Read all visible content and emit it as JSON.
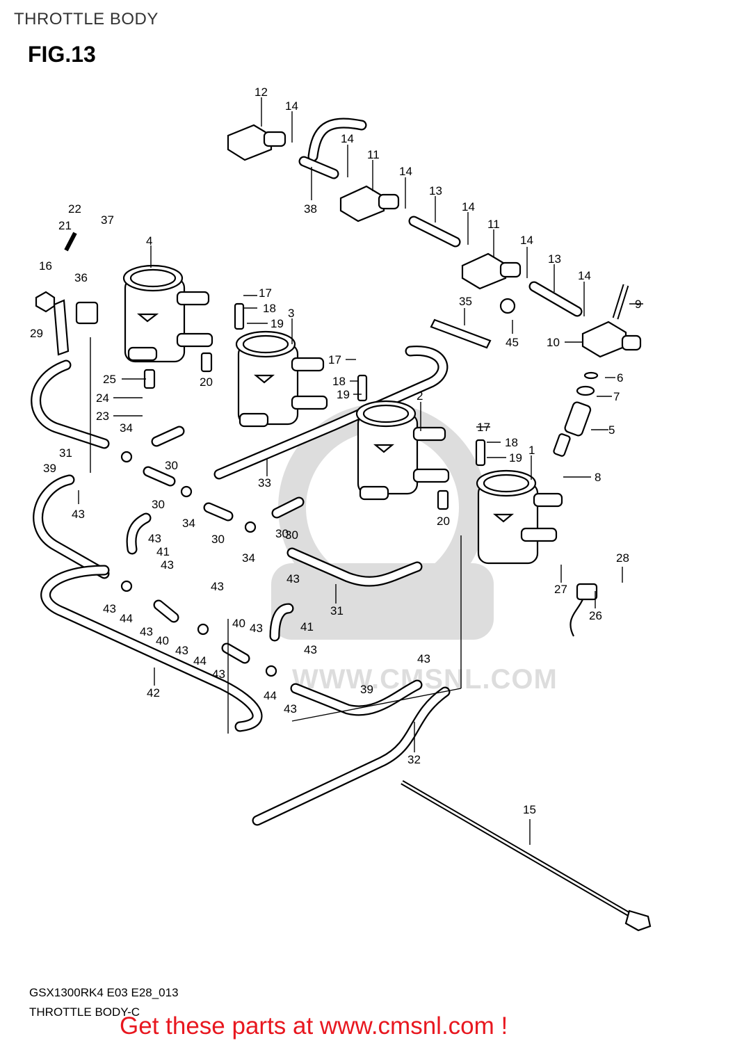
{
  "header": {
    "title": "THROTTLE BODY"
  },
  "figure": {
    "number": "FIG.13"
  },
  "watermark": {
    "text": "WWW.CMSNL.COM",
    "logo": "CMS"
  },
  "footer": {
    "model_code": "GSX1300RK4 E03 E28_013",
    "variant": "THROTTLE BODY-C",
    "cta": "Get these parts at www.cmsnl.com !"
  },
  "colors": {
    "cta": "#e8171f",
    "line": "#000000",
    "background": "#ffffff"
  },
  "part_labels": [
    "12",
    "14",
    "14",
    "11",
    "14",
    "13",
    "14",
    "11",
    "38",
    "22",
    "37",
    "21",
    "4",
    "16",
    "36",
    "29",
    "17",
    "18",
    "19",
    "3",
    "14",
    "13",
    "14",
    "9",
    "10",
    "35",
    "45",
    "6",
    "7",
    "5",
    "17",
    "18",
    "19",
    "2",
    "25",
    "24",
    "23",
    "20",
    "34",
    "31",
    "30",
    "17",
    "18",
    "19",
    "1",
    "8",
    "39",
    "43",
    "30",
    "34",
    "33",
    "30",
    "20",
    "43",
    "41",
    "43",
    "30",
    "34",
    "30",
    "28",
    "27",
    "26",
    "43",
    "31",
    "43",
    "43",
    "44",
    "43",
    "40",
    "43",
    "44",
    "40",
    "43",
    "41",
    "43",
    "43",
    "43",
    "44",
    "42",
    "39",
    "43",
    "32",
    "15"
  ]
}
